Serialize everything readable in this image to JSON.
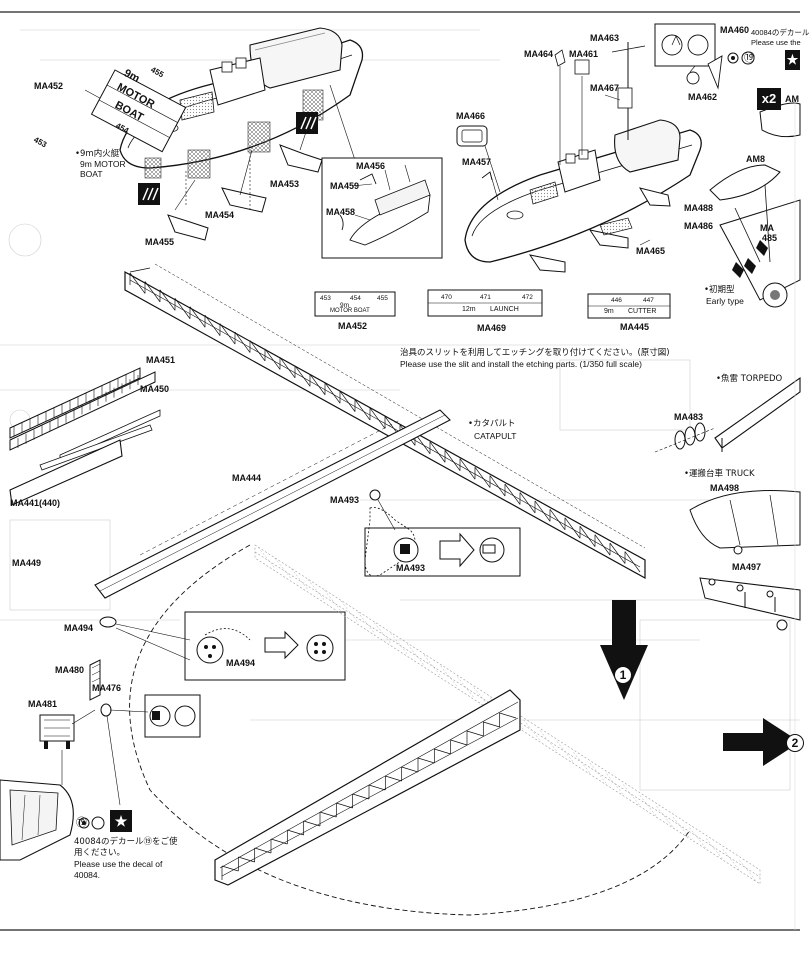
{
  "parts": {
    "ma452": "MA452",
    "ma455": "MA455",
    "ma454": "MA454",
    "ma453": "MA453",
    "ma456": "MA456",
    "ma459": "MA459",
    "ma458": "MA458",
    "ma463": "MA463",
    "ma464": "MA464",
    "ma461": "MA461",
    "ma460": "MA460",
    "ma462": "MA462",
    "ma467": "MA467",
    "ma466": "MA466",
    "ma457": "MA457",
    "ma465": "MA465",
    "am8": "AM8",
    "am_partial": "AM",
    "ma488": "MA488",
    "ma486": "MA486",
    "ma485_a": "MA",
    "ma485_b": "485",
    "ma469": "MA469",
    "ma445": "MA445",
    "ma452b": "MA452",
    "ma451": "MA451",
    "ma450": "MA450",
    "ma441": "MA441(440)",
    "ma444": "MA444",
    "ma493": "MA493",
    "ma493b": "MA493",
    "ma449": "MA449",
    "ma494": "MA494",
    "ma494b": "MA494",
    "ma480": "MA480",
    "ma481": "MA481",
    "ma476": "MA476",
    "ma483": "MA483",
    "ma498": "MA498",
    "ma497": "MA497"
  },
  "labels": {
    "motor_boat_jp": "•9m内火艇",
    "motor_boat_en": "9m MOTOR",
    "motor_boat_en2": "BOAT",
    "early_jp": "•初期型",
    "early_en": "Early type",
    "slit_jp": "治具のスリットを利用してエッチングを取り付けてください。(原寸図)",
    "slit_en": "Please use the slit and install the etching parts. (1/350 full scale)",
    "catapult_jp": "•カタパルト",
    "catapult_en": "CATAPULT",
    "torpedo": "•魚雷 TORPEDO",
    "truck": "•運搬台車 TRUCK",
    "decal_top_jp": "40084のデカール",
    "decal_top_en": "Please use the",
    "decal_bot_1": "40084のデカール⑲をご使",
    "decal_bot_2": "用ください。",
    "decal_bot_3": "Please use the decal of",
    "decal_bot_4": "40084.",
    "decal_num": "⑲",
    "x2": "x2",
    "star": "★",
    "step1": "1",
    "step2": "2"
  },
  "hull_text": {
    "boat_9m": "9m",
    "boat_motor": "MOTOR",
    "boat_boat": "BOAT",
    "boat_454": "454",
    "boat_453": "453",
    "boat_455": "455"
  },
  "plates": {
    "p452": {
      "a": "453",
      "b": "454",
      "c": "455",
      "d": "9m",
      "e": "MOTOR BOAT"
    },
    "p469": {
      "a": "470",
      "b": "471",
      "c": "472",
      "d": "12m",
      "e": "LAUNCH"
    },
    "p445": {
      "a": "446",
      "b": "447",
      "c": "9m",
      "d": "CUTTER"
    }
  }
}
